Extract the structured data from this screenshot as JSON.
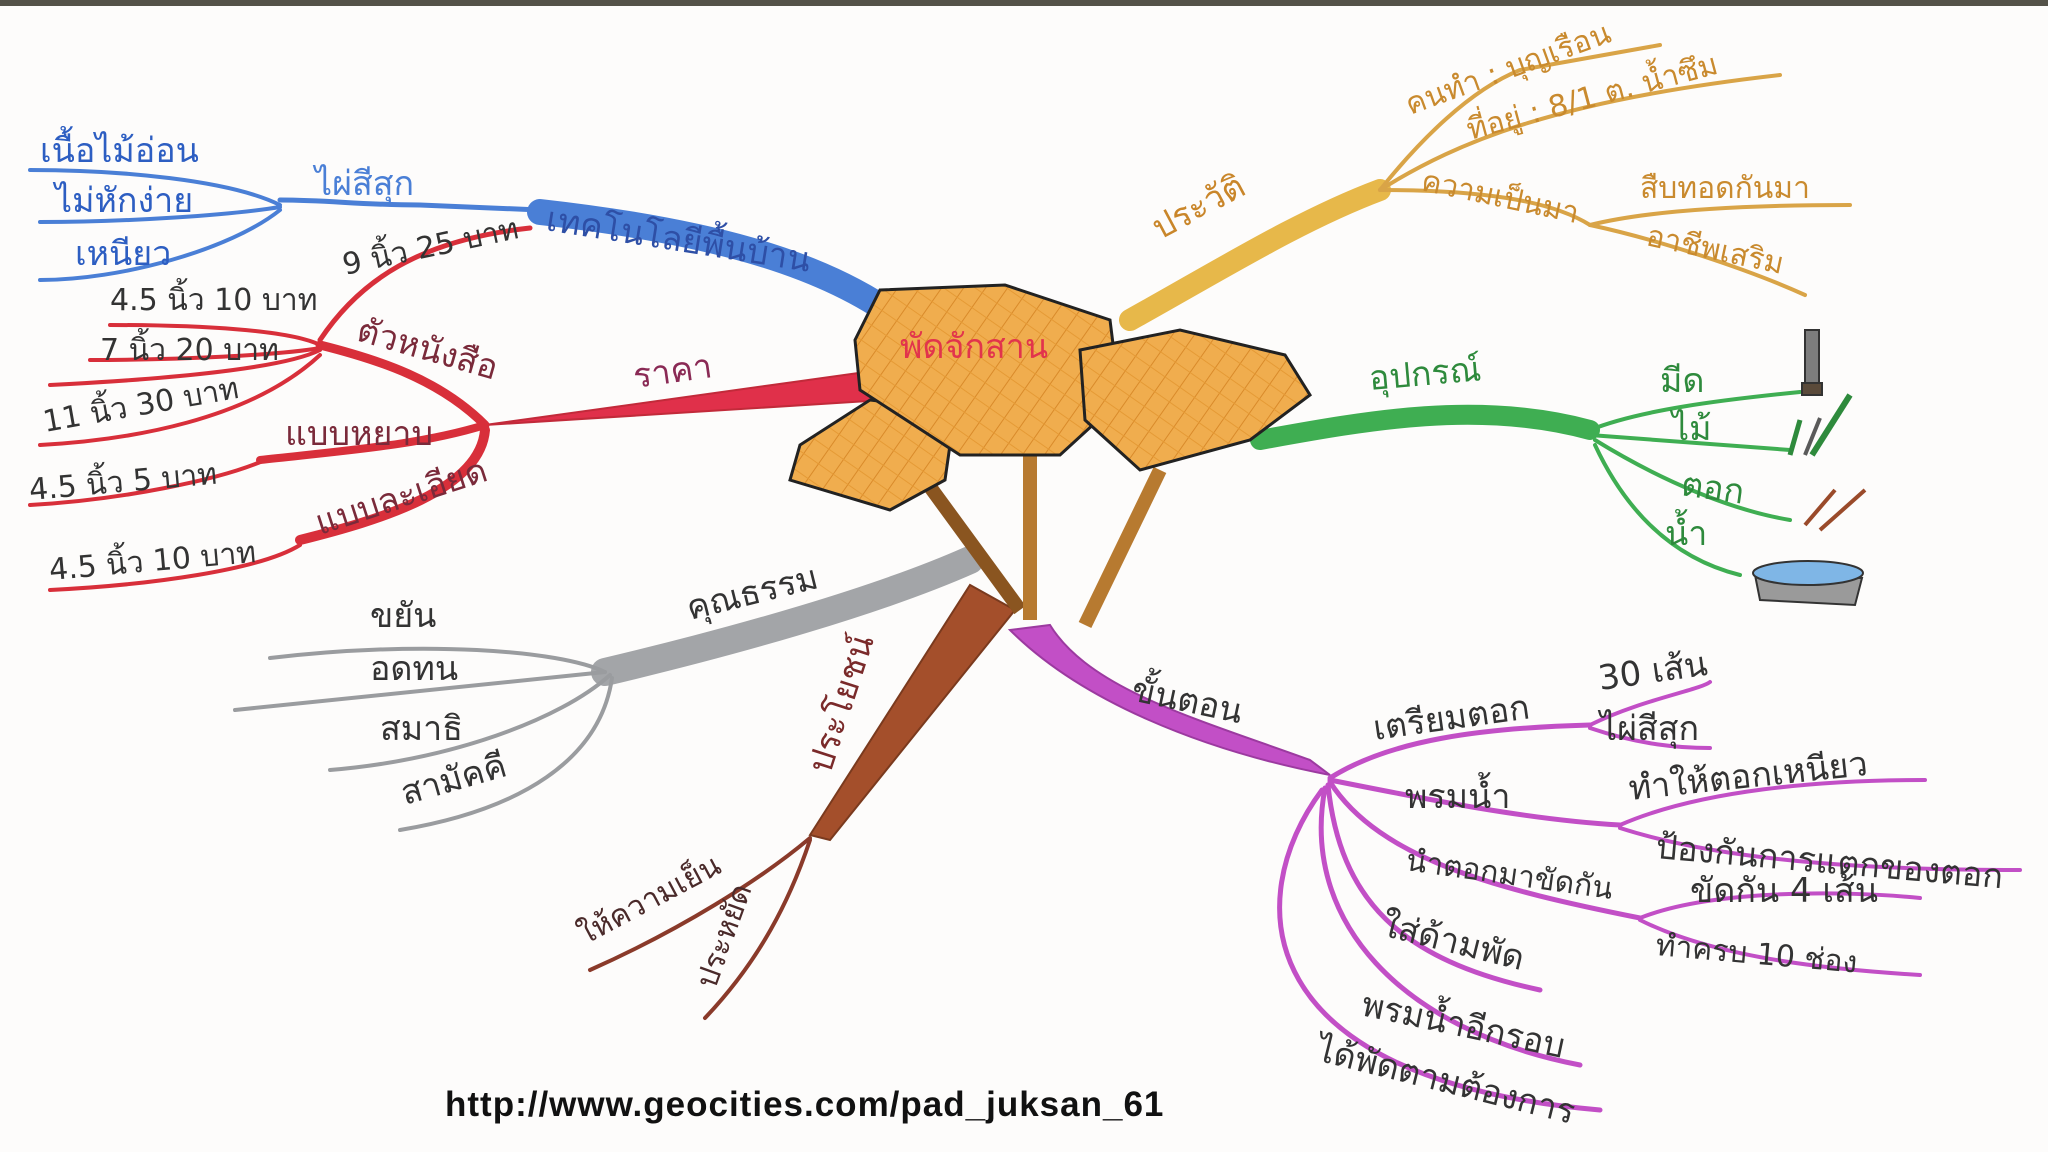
{
  "center": {
    "label": "พัดจักสาน",
    "color": "#e9a94b"
  },
  "colors": {
    "blue": "#4a7fd6",
    "red": "#d82f3a",
    "yellow": "#e7b84a",
    "orange_text": "#c98a2e",
    "green": "#3fae52",
    "gray": "#a3a5a8",
    "brown": "#a24f2a",
    "purple": "#c24fc6"
  },
  "branches": {
    "technology": {
      "label": "เทคโนโลยีพื้นบ้าน",
      "material": "ไผ่สีสุก",
      "material_props": [
        "เนื้อไม้อ่อน",
        "ไม่หักง่าย",
        "เหนียว"
      ]
    },
    "price": {
      "label": "ราคา",
      "book_type": "ตัวหนังสือ",
      "book_prices": [
        "9 นิ้ว 25 บาท",
        "4.5 นิ้ว 10 บาท",
        "7 นิ้ว 20 บาท",
        "11 นิ้ว 30 บาท"
      ],
      "coarse_type": "แบบหยาบ",
      "coarse_price": "4.5 นิ้ว 5 บาท",
      "fine_type": "แบบละเอียด",
      "fine_price": "4.5 นิ้ว 10 บาท"
    },
    "history": {
      "label": "ประวัติ",
      "maker": "คนทำ : บุญเรือน",
      "address": "ที่อยู่ : 8/1 ต. น้ำซึม",
      "origin": "ความเป็นมา",
      "origin_items": [
        "สืบทอดกันมา",
        "อาชีพเสริม"
      ]
    },
    "equipment": {
      "label": "อุปกรณ์",
      "items": [
        "มีด",
        "ไม้",
        "ตอก",
        "น้ำ"
      ]
    },
    "ethics": {
      "label": "คุณธรรม",
      "items": [
        "ขยัน",
        "อดทน",
        "สมาธิ",
        "สามัคคี"
      ]
    },
    "benefits": {
      "label": "ประโยชน์",
      "items": [
        "ให้ความเย็น",
        "ประหยัด"
      ]
    },
    "steps": {
      "label": "ขั้นตอน",
      "prepare": "เตรียมตอก",
      "prepare_items": [
        "30 เส้น",
        "ไผ่สีสุก"
      ],
      "spray": "พรมน้ำ",
      "spray_items": [
        "ทำให้ตอกเหนียว",
        "ป้องกันการแตกของตอก"
      ],
      "weave": "นำตอกมาขัดกัน",
      "weave_items": [
        "ขัดกัน 4 เส้น",
        "ทำครบ 10 ช่อง"
      ],
      "handle": "ใส่ด้ามพัด",
      "again": "พรมน้ำอีกรอบ",
      "result": "ได้พัดตามต้องการ"
    }
  },
  "footer": {
    "url": "http://www.geocities.com/pad_juksan_61"
  }
}
